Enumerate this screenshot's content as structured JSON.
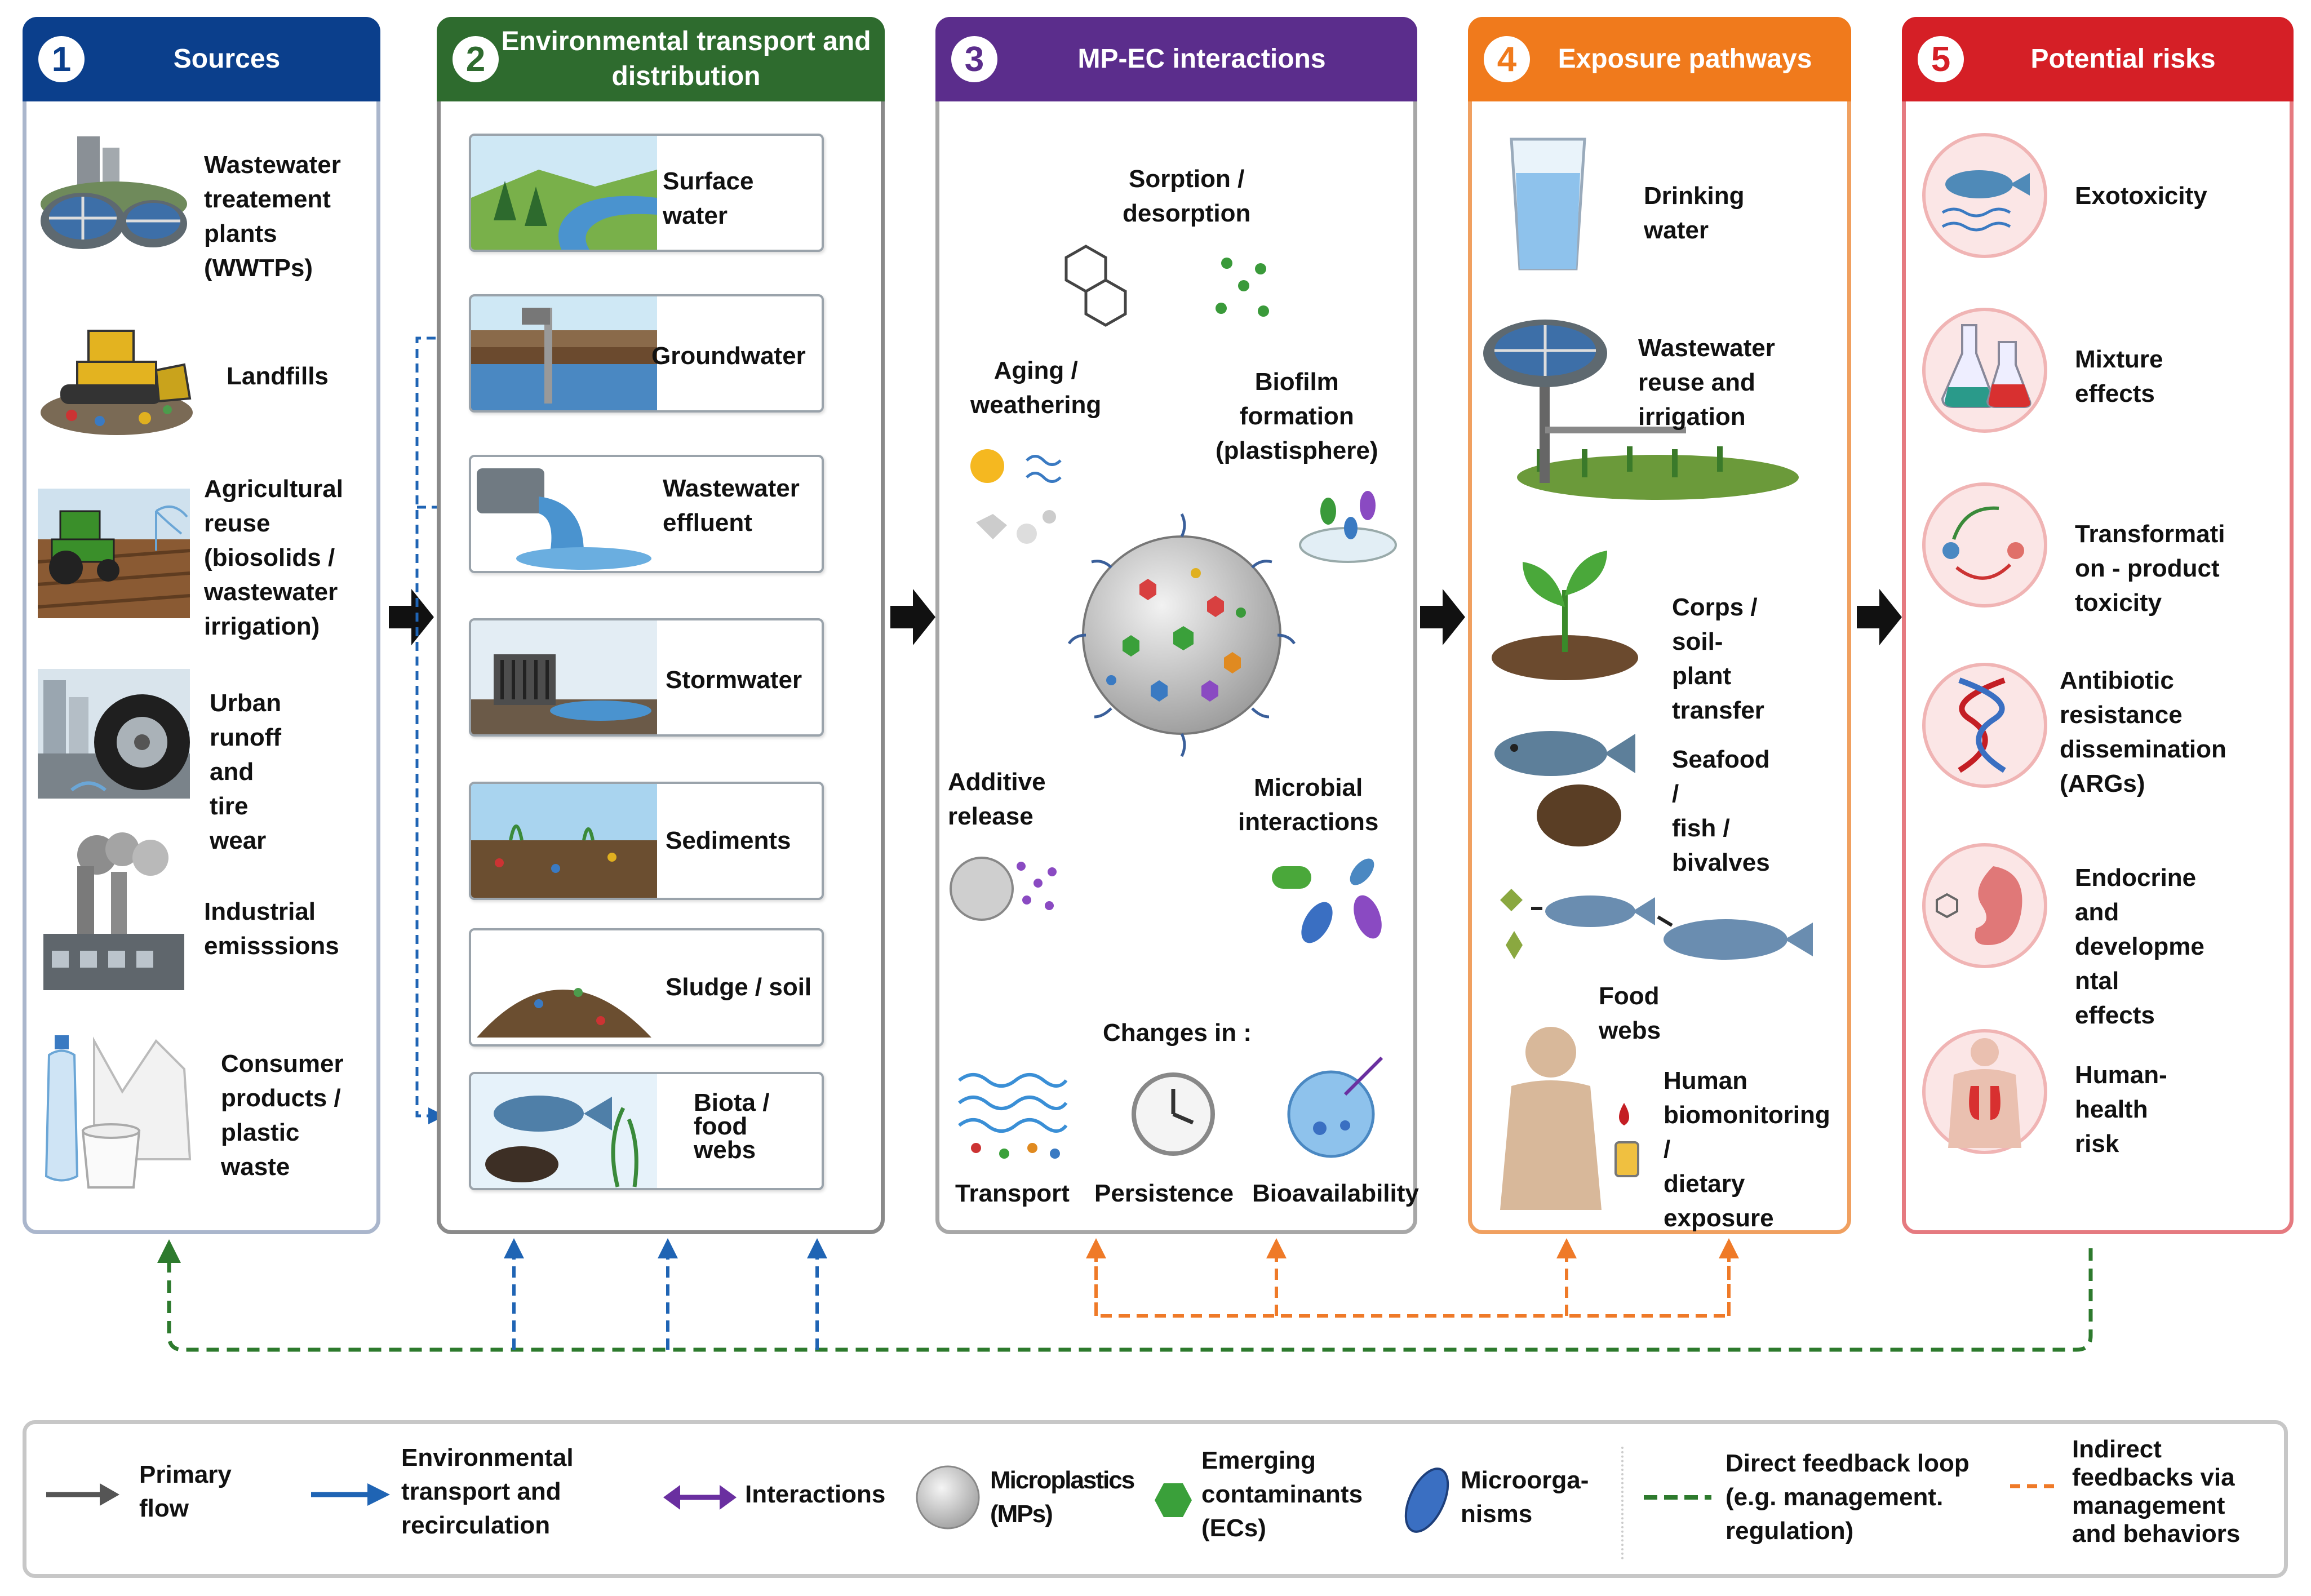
{
  "panels": [
    {
      "num": "1",
      "title": "Sources",
      "color": "#0b3f8c",
      "border": "#9aa9c4"
    },
    {
      "num": "2",
      "title": "Environmental transport and distribution",
      "color": "#2e6b2e",
      "border": "#8a8a8a"
    },
    {
      "num": "3",
      "title": "MP-EC interactions",
      "color": "#5b2d8c",
      "border": "#a7a7a7"
    },
    {
      "num": "4",
      "title": "Exposure pathways",
      "color": "#f07a1c",
      "border": "#f0a060"
    },
    {
      "num": "5",
      "title": "Potential risks",
      "color": "#d51f26",
      "border": "#e57a80"
    }
  ],
  "sources": [
    {
      "label": "Wastewater\ntreatement\nplants\n(WWTPs)",
      "icon": "wwtp-icon"
    },
    {
      "label": "Landfills",
      "icon": "bulldozer-icon"
    },
    {
      "label": "Agricultural\nreuse\n(biosolids /\nwastewater\nirrigation)",
      "icon": "tractor-icon"
    },
    {
      "label": "Urban\nrunoff and\ntire wear",
      "icon": "tire-icon"
    },
    {
      "label": "Industrial\nemisssions",
      "icon": "factory-icon"
    },
    {
      "label": "Consumer\nproducts /\nplastic\nwaste",
      "icon": "plastic-bottle-icon"
    }
  ],
  "transport": [
    {
      "label": "Surface\nwater",
      "icon": "river-icon"
    },
    {
      "label": "Groundwater",
      "icon": "groundwater-icon"
    },
    {
      "label": "Wastewater\neffluent",
      "icon": "effluent-pipe-icon"
    },
    {
      "label": "Stormwater",
      "icon": "storm-drain-icon"
    },
    {
      "label": "Sediments",
      "icon": "sediment-icon"
    },
    {
      "label": "Sludge / soil",
      "icon": "soil-pile-icon"
    },
    {
      "label": "Biota /\nfood\nwebs",
      "icon": "fish-mussel-icon"
    }
  ],
  "interactions": {
    "sorption": "Sorption /\ndesorption",
    "aging": "Aging /\nweathering",
    "biofilm": "Biofilm\nformation\n(plastisphere)",
    "additive": "Additive\nrelease",
    "microbial": "Microbial\ninteractions",
    "changes": "Changes in :",
    "effects": [
      "Transport",
      "Persistence",
      "Bioavailability"
    ]
  },
  "exposure": [
    {
      "label": "Drinking\nwater",
      "icon": "water-glass-icon"
    },
    {
      "label": "Wastewater\nreuse and\nirrigation",
      "icon": "irrigation-icon"
    },
    {
      "label": "Corps /\nsoil-\nplant\ntransfer",
      "icon": "seedling-icon"
    },
    {
      "label": "Seafood /\nfish /\nbivalves",
      "icon": "fish-bivalve-icon"
    },
    {
      "label": "Food\nwebs",
      "icon": "food-web-icon"
    },
    {
      "label": "Human\nbiomonitoring /\ndietary\nexposure",
      "icon": "human-body-icon"
    }
  ],
  "risks": [
    {
      "label": "Exotoxicity",
      "icon": "fish-toxicity-icon"
    },
    {
      "label": "Mixture\neffects",
      "icon": "flasks-icon"
    },
    {
      "label": "Transformati\non - product\ntoxicity",
      "icon": "transformation-icon"
    },
    {
      "label": "Antibiotic\nresistance\ndissemination\n(ARGs)",
      "icon": "dna-icon"
    },
    {
      "label": "Endocrine\nand\ndevelopme\nntal effects",
      "icon": "fetus-icon"
    },
    {
      "label": "Human-health\nrisk",
      "icon": "lungs-icon"
    }
  ],
  "legend": [
    {
      "label": "Primary\nflow",
      "icon": "gray-arrow-icon"
    },
    {
      "label": "Environmental\ntransport and\nrecirculation",
      "icon": "blue-arrow-icon"
    },
    {
      "label": "Interactions",
      "icon": "purple-double-arrow-icon"
    },
    {
      "label": "Microplastics\n(MPs)",
      "icon": "microplastic-icon"
    },
    {
      "label": "Emerging\ncontaminants\n(ECs)",
      "icon": "hexagon-icon"
    },
    {
      "label": "Microorga-\nnisms",
      "icon": "bacterium-icon"
    },
    {
      "label": "Direct feedback loop\n(e.g. management.\nregulation)",
      "icon": "green-dashed-line-icon"
    },
    {
      "label": "Indirect\nfeedbacks via\nmanagement\nand behaviors",
      "icon": "orange-dashed-line-icon"
    }
  ],
  "colors": {
    "primary_flow": "#1a1a1a",
    "transport_blue": "#1f64b4",
    "interaction_purple": "#6a2fa0",
    "feedback_green": "#2d7a2d",
    "feedback_orange": "#ef7a28"
  }
}
